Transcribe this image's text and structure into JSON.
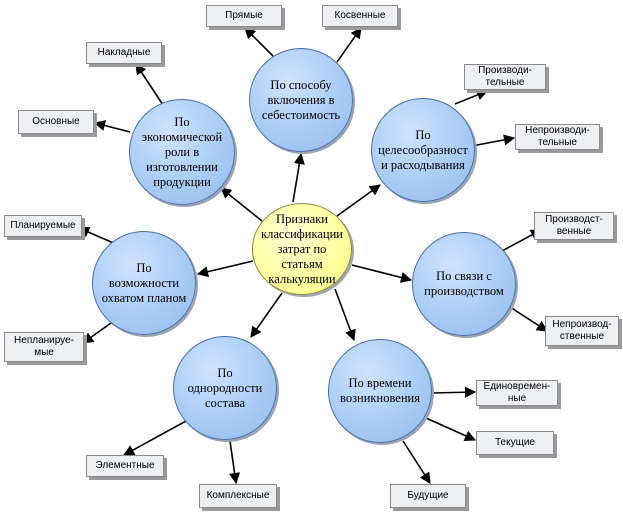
{
  "center": {
    "label": "Признаки\nклассификации\nзатрат по статьям\nкалькуляции"
  },
  "categories": [
    {
      "id": "inclusion",
      "label": "По способу\nвключения в\nсебестоимость",
      "items": [
        "Прямые",
        "Косвенные"
      ]
    },
    {
      "id": "expediency",
      "label": "По\nцелесообразност\nи расходывания",
      "items": [
        "Производи-\nтельные",
        "Непроизводи-\nтельные"
      ]
    },
    {
      "id": "production-link",
      "label": "По связи с\nпроизводством",
      "items": [
        "Производст-\nвенные",
        "Непроизвод-\nственные"
      ]
    },
    {
      "id": "occurrence-time",
      "label": "По времени\nвозникновения",
      "items": [
        "Единовремен-\nные",
        "Текущие",
        "Будущие"
      ]
    },
    {
      "id": "homogeneity",
      "label": "По однородности\nсостава",
      "items": [
        "Элементные",
        "Комплексные"
      ]
    },
    {
      "id": "coverage",
      "label": "По возможности\nохватом планом",
      "items": [
        "Планируемые",
        "Непланируе-\nмые"
      ]
    },
    {
      "id": "economic-role",
      "label": "По\nэкономической\nроли в\nизготовлении\nпродукции",
      "items": [
        "Накладные",
        "Основные"
      ]
    }
  ],
  "colors": {
    "category_fill": "#a9ccf4",
    "center_fill": "#ffff9e",
    "box_fill": "#eef0f3",
    "arrow": "#000000"
  }
}
